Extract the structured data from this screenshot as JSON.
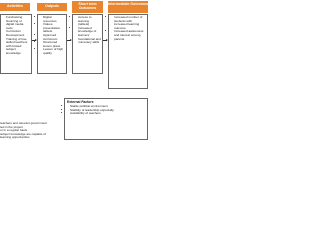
{
  "colors": {
    "header_bg": "#e8852e",
    "header_text": "#ffffff",
    "border": "#666666"
  },
  "columns": {
    "activities": {
      "title": "Activities",
      "items": [
        "Fundraising",
        "Sourcing of digital media tools",
        "Curriculum Development",
        "Training of low-skilled teachers with limited subject knowledge"
      ]
    },
    "outputs": {
      "title": "Outputs",
      "items": [
        "Digital resources",
        "Videos, presentation, tablets",
        "Approved curriculum",
        "Structured lesson plans",
        "Lesson of high quality"
      ]
    },
    "short_term": {
      "title": "Short term Outcomes",
      "items": [
        "Access to learning (tablets)",
        "Increased knowledge of learners' foundational and numeracy skills"
      ]
    },
    "intermediate": {
      "title": "Intermediate Outcomes",
      "items": [
        "Increased number of students with increased learning outcome",
        "Increased awareness and interest among parents"
      ]
    }
  },
  "external_factors": {
    "title": "External Factors",
    "items": [
      "Stable political environment",
      "Stability of leadership especially",
      "Availability of teachers"
    ]
  },
  "bottom_text": [
    "teachers and relevant government",
    "ted in the project",
    "or in a regular basis",
    "subject knowledge are capable of",
    "learning opportunities"
  ]
}
